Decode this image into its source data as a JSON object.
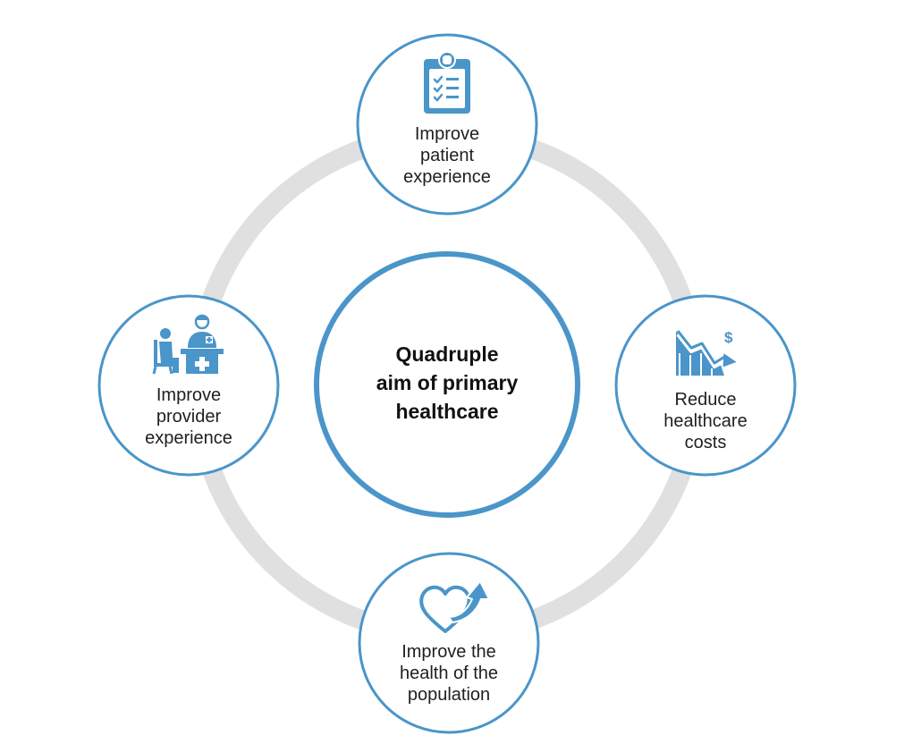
{
  "colors": {
    "accent": "#4a95c9",
    "ring": "#e0e0e0",
    "text": "#1f1f1f",
    "background": "#ffffff"
  },
  "center": {
    "title_lines": [
      "Quadruple",
      "aim of primary",
      "healthcare"
    ]
  },
  "nodes": {
    "top": {
      "icon": "clipboard-checklist-icon",
      "label_lines": [
        "Improve",
        "patient",
        "experience"
      ]
    },
    "right": {
      "icon": "declining-cost-chart-icon",
      "label_lines": [
        "Reduce",
        "healthcare",
        "costs"
      ]
    },
    "bottom": {
      "icon": "heart-arrow-icon",
      "label_lines": [
        "Improve the",
        "health of the",
        "population"
      ]
    },
    "left": {
      "icon": "doctor-desk-patient-icon",
      "label_lines": [
        "Improve",
        "provider",
        "experience"
      ]
    }
  }
}
